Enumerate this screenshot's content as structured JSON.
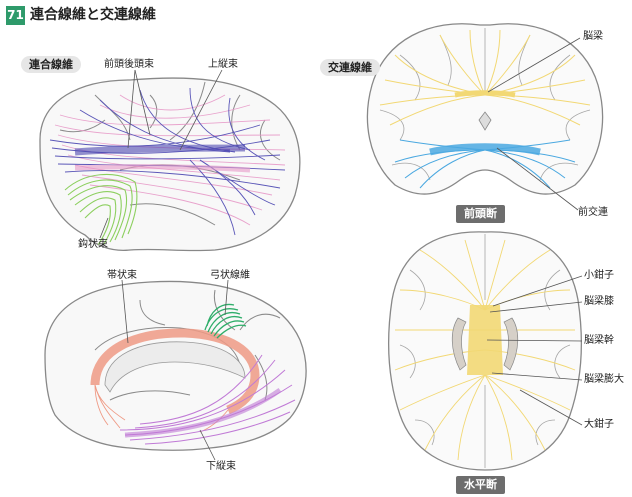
{
  "figure": {
    "number": "71",
    "title": "連合線維と交連線維"
  },
  "panels": {
    "association": {
      "tag": "連合線維",
      "labels": {
        "frontooccipital": "前頭後頭束",
        "superior_longitudinal": "上縦束",
        "uncinate": "鈎状束"
      }
    },
    "commissural": {
      "tag": "交連線維",
      "labels": {
        "corpus_callosum": "脳梁",
        "anterior_commissure": "前交連"
      },
      "section": "前頭断"
    },
    "medial": {
      "labels": {
        "cingulum": "帯状束",
        "arcuate": "弓状線維",
        "inferior_longitudinal": "下縦束"
      }
    },
    "horizontal": {
      "labels": {
        "forceps_minor": "小鉗子",
        "genu": "脳梁膝",
        "trunk": "脳梁幹",
        "splenium": "脳梁膨大",
        "forceps_major": "大鉗子"
      },
      "section": "水平断"
    }
  },
  "colors": {
    "accent": "#2e9a6a",
    "superior_longitudinal": "#5b57b8",
    "frontooccipital": "#e79ac8",
    "uncinate": "#8ccf5e",
    "corpus_callosum": "#f2d874",
    "anterior_commissure": "#4aa8e0",
    "cingulum": "#ef9a85",
    "arcuate": "#2fae6a",
    "inferior_longitudinal": "#c07ad6",
    "outline": "#888888"
  }
}
